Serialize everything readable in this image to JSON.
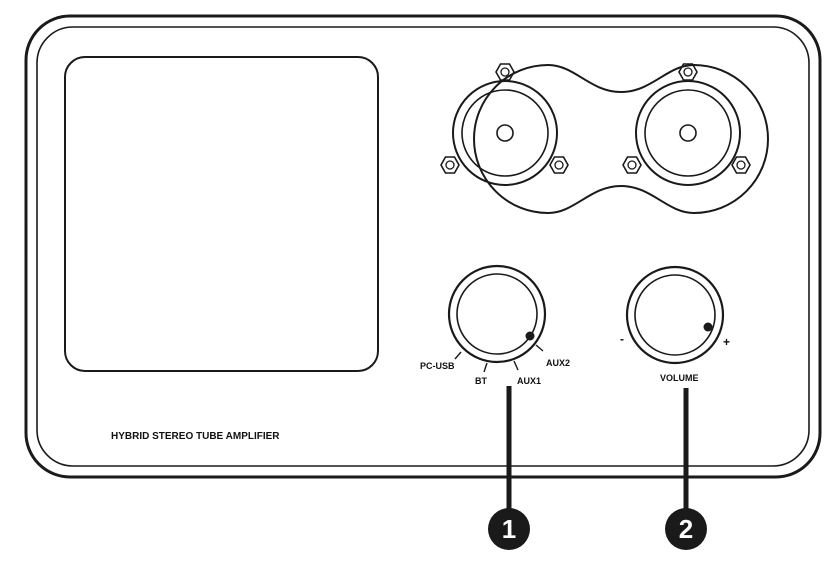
{
  "device": {
    "model_label": "HYBRID STEREO TUBE AMPLIFIER"
  },
  "source_knob": {
    "labels": {
      "pc_usb": "PC-USB",
      "bt": "BT",
      "aux1": "AUX1",
      "aux2": "AUX2"
    },
    "callout": "1"
  },
  "volume_knob": {
    "label": "VOLUME",
    "minus": "-",
    "plus": "+",
    "callout": "2"
  },
  "colors": {
    "stroke": "#1a1a1a",
    "callout_fill": "#1a1a1a"
  }
}
